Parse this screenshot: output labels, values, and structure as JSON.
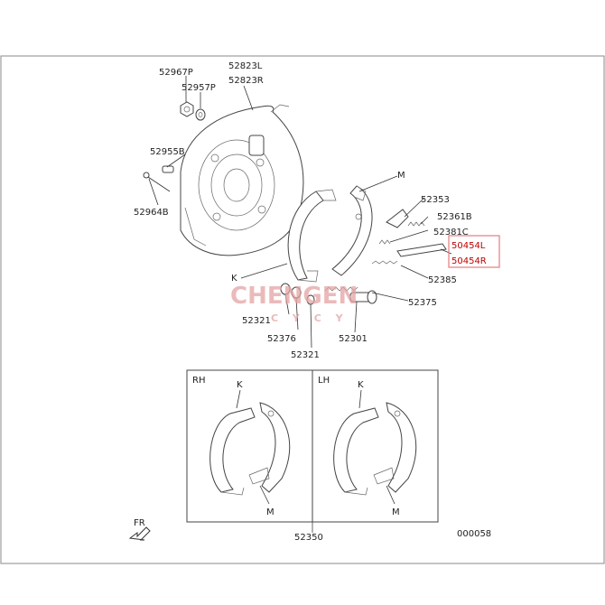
{
  "labels": {
    "p52967P": "52967P",
    "p52957P": "52957P",
    "p52823L": "52823L",
    "p52823R": "52823R",
    "p52955B": "52955B",
    "p52964B": "52964B",
    "M_top": "M",
    "p52353": "52353",
    "p52361B": "52361B",
    "p52381C": "52381C",
    "p50454L": "50454L",
    "p50454R": "50454R",
    "p52385": "52385",
    "K_top": "K",
    "p52375": "52375",
    "p52321a": "52321",
    "p52376": "52376",
    "p52321b": "52321",
    "p52301": "52301",
    "RH": "RH",
    "LH": "LH",
    "K_rh": "K",
    "M_rh": "M",
    "K_lh": "K",
    "M_lh": "M",
    "p52350": "52350",
    "FR": "FR",
    "code": "000058"
  },
  "watermark": {
    "brand": "CHENGEN",
    "sub": "C Y C Y"
  },
  "colors": {
    "highlight_box": "#e57c7c",
    "watermark": "#e3a3a3",
    "line": "#333333"
  }
}
